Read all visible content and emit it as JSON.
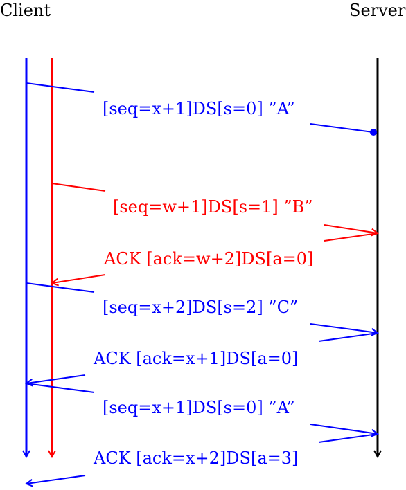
{
  "headers": {
    "client": "Client",
    "server": "Server"
  },
  "colors": {
    "blue": "#0000ff",
    "red": "#ff0000",
    "black": "#000000"
  },
  "messages": [
    {
      "id": "m1",
      "text": "[seq=x+1]DS[s=0] ”A”",
      "color": "blue",
      "kind": "lost-to-server"
    },
    {
      "id": "m2",
      "text": "[seq=w+1]DS[s=1] ”B”",
      "color": "red",
      "kind": "to-server"
    },
    {
      "id": "m3",
      "text": "ACK [ack=w+2]DS[a=0]",
      "color": "red",
      "kind": "to-client"
    },
    {
      "id": "m4",
      "text": "[seq=x+2]DS[s=2] ”C”",
      "color": "blue",
      "kind": "to-server"
    },
    {
      "id": "m5",
      "text": "ACK [ack=x+1]DS[a=0]",
      "color": "blue",
      "kind": "to-client"
    },
    {
      "id": "m6",
      "text": "[seq=x+1]DS[s=0] ”A”",
      "color": "blue",
      "kind": "to-server"
    },
    {
      "id": "m7",
      "text": "ACK [ack=x+2]DS[a=3]",
      "color": "blue",
      "kind": "to-client"
    }
  ]
}
